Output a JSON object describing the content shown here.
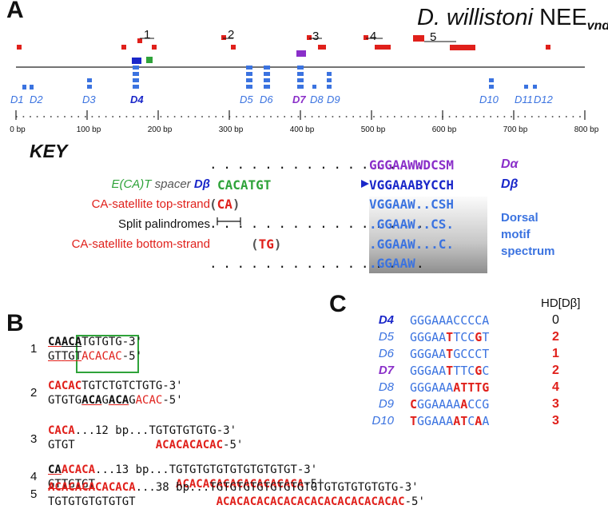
{
  "panels": {
    "a": "A",
    "b": "B",
    "c": "C"
  },
  "title": {
    "species": "D. willistoni",
    "nee": "NEE",
    "sub": "vnd"
  },
  "regions": [
    "1",
    "2",
    "3",
    "4",
    "5"
  ],
  "dorsal_sites": [
    "D1",
    "D2",
    "D3",
    "D4",
    "D5",
    "D6",
    "D7",
    "D8",
    "D9",
    "D10",
    "D11",
    "D12"
  ],
  "ticks": [
    "0 bp",
    "100 bp",
    "200 bp",
    "300 bp",
    "400 bp",
    "500 bp",
    "600 bp",
    "700 bp",
    "800 bp"
  ],
  "key": {
    "title": "KEY",
    "row1": {
      "dots": ". . . . . . . . . . . . . . . .",
      "motif": "GGGAAWWDCSM",
      "label": "Dα"
    },
    "row2": {
      "label_a": "E(CA)T",
      "label_b": "spacer",
      "label_c": "Dβ",
      "seq": "CACATGT",
      "motif": "VGGAAABYCCH",
      "label": "Dβ"
    },
    "row3": {
      "label": "CA-satellite top-strand",
      "seq_open": "(",
      "seq": "CA",
      "seq_close": ")",
      "motif": "VGGAAW..CSH"
    },
    "row4": {
      "label": "Split palindromes",
      "motif": ".GGAAW..CS."
    },
    "row5": {
      "label": "CA-satellite bottom-strand",
      "seq_open": "(",
      "seq": "TG",
      "seq_close": ")",
      "motif": ".GGAAW...C."
    },
    "row6": {
      "motif": ".GGAAW"
    },
    "spectrum": [
      "Dorsal",
      "motif",
      "spectrum"
    ]
  },
  "panel_b": {
    "e1": {
      "num": "1",
      "top": [
        "CA",
        "ACA",
        "TGTG",
        "TG-3'"
      ],
      "bot": [
        "GT",
        "TGT",
        "ACACAC",
        "-5'"
      ]
    },
    "e2": {
      "num": "2",
      "top": [
        "CACAC",
        "TGTCTGTCTGTG-3'"
      ],
      "bot": [
        "GTGTG",
        "ACA",
        "G",
        "ACA",
        "G",
        "ACAC",
        "-5'"
      ]
    },
    "e3": {
      "num": "3",
      "top": [
        "CACA",
        "...12 bp...",
        "TGTGTGTGTG-3'"
      ],
      "bot": [
        "GTGT",
        "ACACACACAC",
        "-5'"
      ]
    },
    "e4": {
      "num": "4",
      "top": [
        "CA",
        "ACACA",
        "...13 bp...",
        "TGTGTGTGTGTGTGTGTGT-3'"
      ],
      "bot": [
        "GTTGTGT",
        "ACACACACACACACACACA",
        "-5'"
      ]
    },
    "e5": {
      "num": "5",
      "top": [
        "ACACACACACACA",
        "...38 bp...",
        "TGTGTGTGTGTGTGTGTGTGTGTGTGTG-3'"
      ],
      "bot": [
        "TGTGTGTGTGTGT",
        "ACACACACACACACACACACACACACAC",
        "-5'"
      ]
    }
  },
  "panel_c": {
    "header": "HD[Dβ]",
    "rows": [
      {
        "site": "D4",
        "seq": [
          [
            "GGGAAACCCCA",
            "b"
          ]
        ],
        "hd": "0"
      },
      {
        "site": "D5",
        "seq": [
          [
            "GGGAA",
            "b"
          ],
          [
            "T",
            "r"
          ],
          [
            "TCC",
            "b"
          ],
          [
            "G",
            "r"
          ],
          [
            "T",
            "b"
          ]
        ],
        "hd": "2"
      },
      {
        "site": "D6",
        "seq": [
          [
            "GGGAA",
            "b"
          ],
          [
            "T",
            "r"
          ],
          [
            "GCCCT",
            "b"
          ]
        ],
        "hd": "1"
      },
      {
        "site": "D7",
        "seq": [
          [
            "GGGAA",
            "b"
          ],
          [
            "T",
            "r"
          ],
          [
            "TTC",
            "b"
          ],
          [
            "G",
            "r"
          ],
          [
            "C",
            "b"
          ]
        ],
        "hd": "2"
      },
      {
        "site": "D8",
        "seq": [
          [
            "GGGAAA",
            "b"
          ],
          [
            "ATTTG",
            "r"
          ]
        ],
        "hd": "4"
      },
      {
        "site": "D9",
        "seq": [
          [
            "C",
            "r"
          ],
          [
            "GGAAAA",
            "b"
          ],
          [
            "A",
            "r"
          ],
          [
            "CCG",
            "b"
          ]
        ],
        "hd": "3"
      },
      {
        "site": "D10",
        "seq": [
          [
            "T",
            "r"
          ],
          [
            "GGAAA",
            "b"
          ],
          [
            "AT",
            "r"
          ],
          [
            "C",
            "b"
          ],
          [
            "A",
            "r"
          ],
          [
            "A",
            "b"
          ]
        ],
        "hd": "3"
      }
    ]
  },
  "colors": {
    "red": "#e0201b",
    "blue": "#3b73e0",
    "navy": "#1a27c9",
    "purple": "#8a2fc9",
    "green": "#2fa33a"
  }
}
